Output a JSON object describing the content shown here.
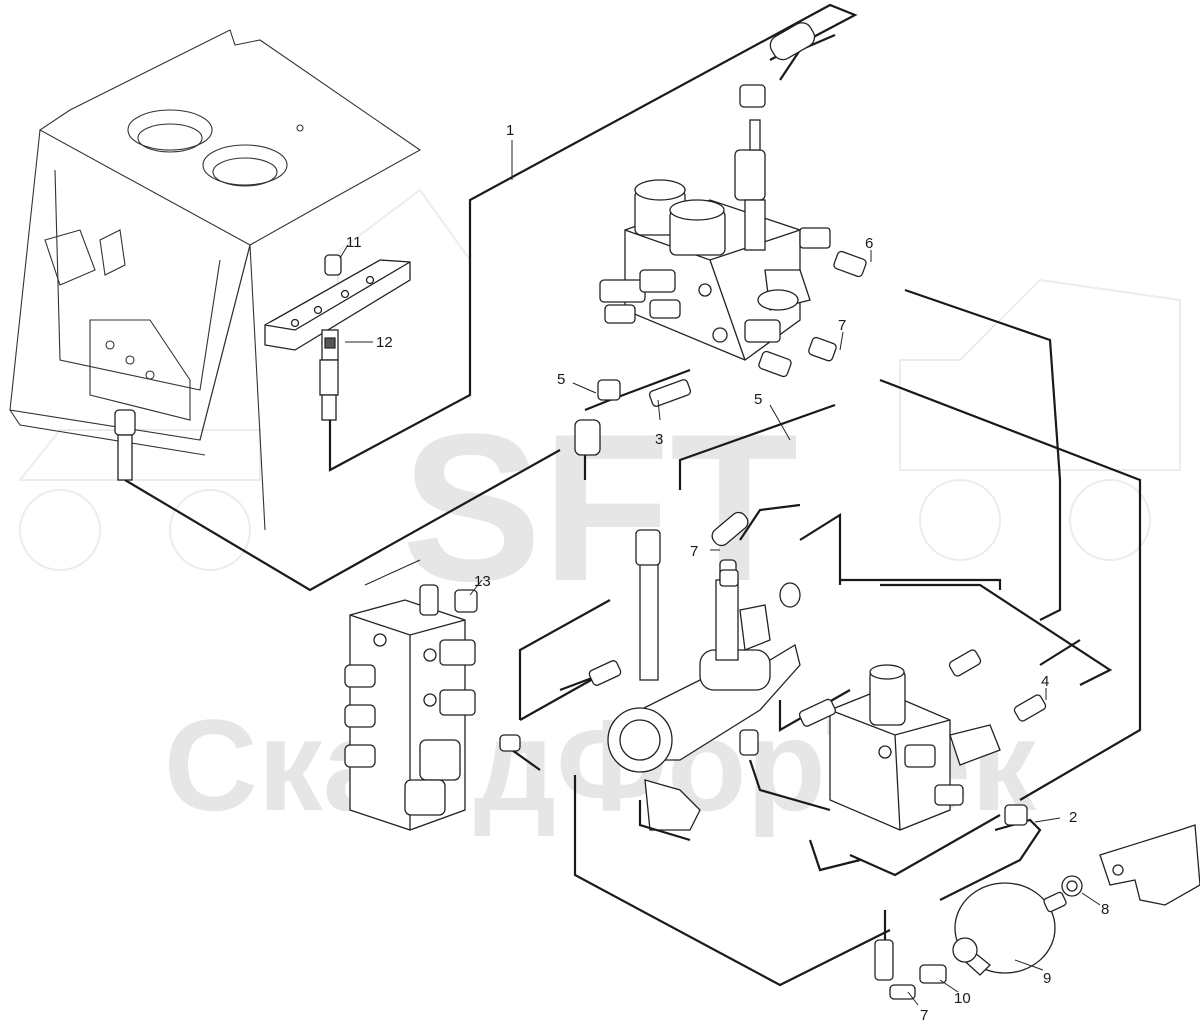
{
  "watermark": {
    "logo_text": "SFT",
    "company_text": "СкандФорТек"
  },
  "callouts": [
    {
      "id": "c1",
      "label": "1"
    },
    {
      "id": "c2",
      "label": "2"
    },
    {
      "id": "c3",
      "label": "3"
    },
    {
      "id": "c4",
      "label": "4"
    },
    {
      "id": "c5a",
      "label": "5"
    },
    {
      "id": "c5b",
      "label": "5"
    },
    {
      "id": "c6",
      "label": "6"
    },
    {
      "id": "c7a",
      "label": "7"
    },
    {
      "id": "c7b",
      "label": "7"
    },
    {
      "id": "c7c",
      "label": "7"
    },
    {
      "id": "c8",
      "label": "8"
    },
    {
      "id": "c9",
      "label": "9"
    },
    {
      "id": "c10",
      "label": "10"
    },
    {
      "id": "c11",
      "label": "11"
    },
    {
      "id": "c12",
      "label": "12"
    },
    {
      "id": "c13",
      "label": "13"
    }
  ],
  "colors": {
    "line": "#1a1a1a",
    "watermark": "#e6e6e6",
    "background": "#ffffff"
  }
}
